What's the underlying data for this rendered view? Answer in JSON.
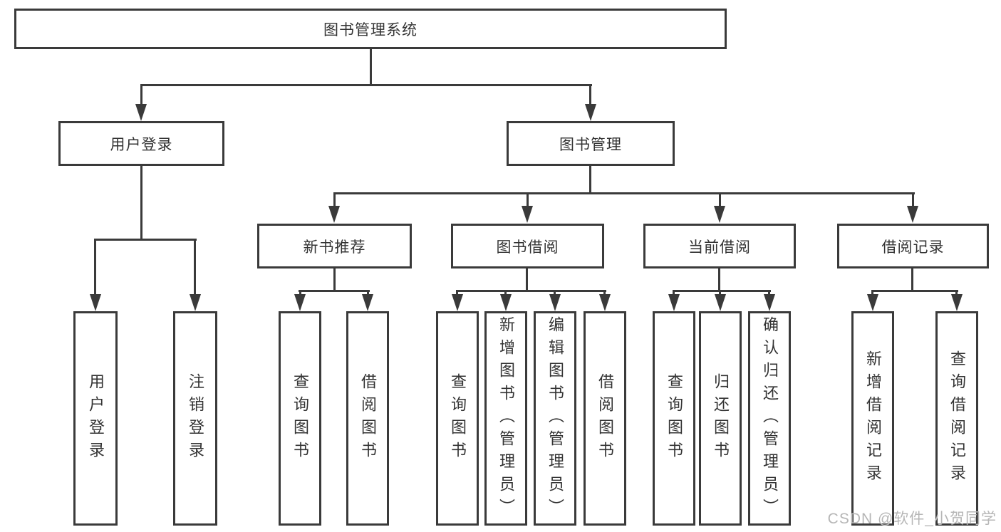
{
  "diagram": {
    "root": {
      "label": "图书管理系统"
    },
    "branches": [
      {
        "label": "用户登录",
        "leaves": [
          "用户登录",
          "注销登录"
        ]
      },
      {
        "label": "图书管理",
        "children": [
          {
            "label": "新书推荐",
            "leaves": [
              "查询图书",
              "借阅图书"
            ]
          },
          {
            "label": "图书借阅",
            "leaves": [
              "查询图书",
              "新增图书（管理员）",
              "编辑图书（管理员）",
              "借阅图书"
            ]
          },
          {
            "label": "当前借阅",
            "leaves": [
              "查询图书",
              "归还图书",
              "确认归还（管理员）"
            ]
          },
          {
            "label": "借阅记录",
            "leaves": [
              "新增借阅记录",
              "查询借阅记录"
            ]
          }
        ]
      }
    ]
  },
  "watermark": {
    "text": "CSDN @软件_小贺同学"
  },
  "colors": {
    "line": "#3a3a3a",
    "text": "#333333",
    "watermark": "#b6b6b6",
    "background": "#ffffff"
  }
}
